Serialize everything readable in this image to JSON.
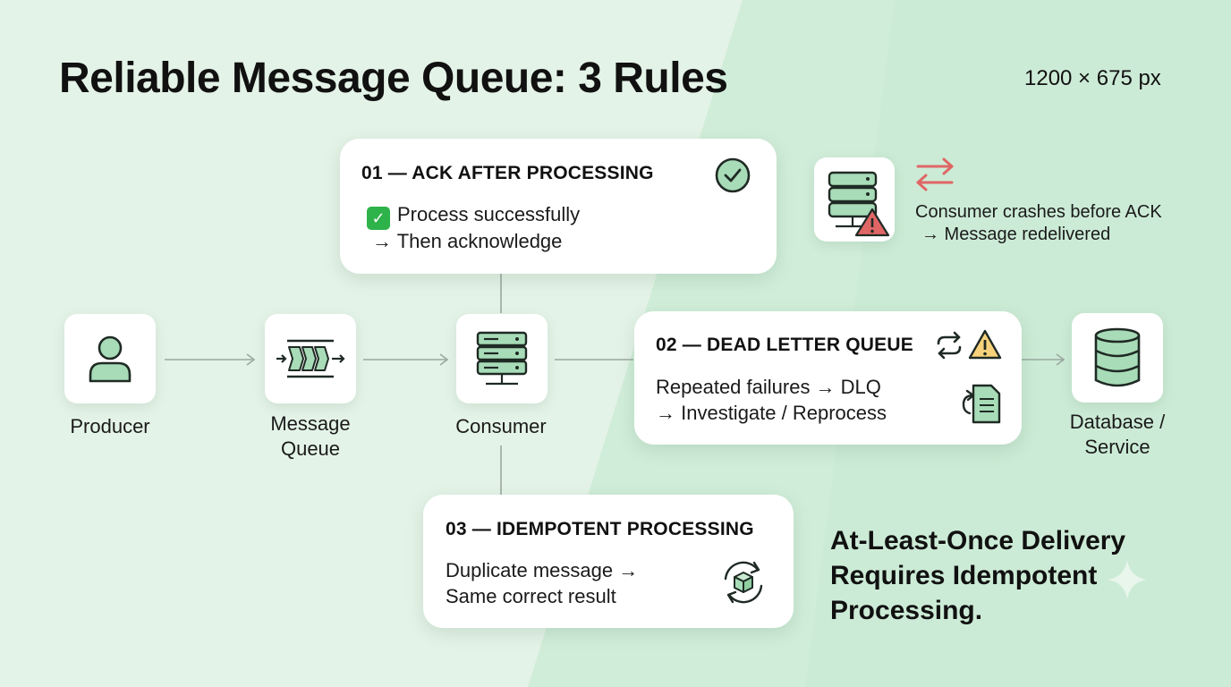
{
  "title": "Reliable Message Queue: 3 Rules",
  "canvas_size_label": "1200 × 675 px",
  "colors": {
    "background_light": "#e3f3e6",
    "background_accent": "#c9ebd3",
    "icon_fill": "#a8dcb8",
    "icon_stroke": "#1f2a24",
    "warning_red": "#e06666",
    "warning_yellow": "#f7d27a",
    "card_bg": "#ffffff"
  },
  "flow": {
    "producer": {
      "label": "Producer",
      "icon": "user-icon"
    },
    "queue": {
      "label_line1": "Message",
      "label_line2": "Queue",
      "icon": "message-queue-icon"
    },
    "consumer": {
      "label": "Consumer",
      "icon": "server-icon"
    },
    "database": {
      "label_line1": "Database /",
      "label_line2": "Service",
      "icon": "database-icon"
    }
  },
  "rules": [
    {
      "title": "01 — ACK AFTER PROCESSING",
      "line1": "Process successfully",
      "line1_prefix_icon": "check-mark-emoji",
      "line2": "→ Then acknowledge",
      "icon": "check-circle-icon"
    },
    {
      "title": "02 — DEAD LETTER QUEUE",
      "line1": "Repeated failures → DLQ",
      "line2": "→ Investigate / Reprocess",
      "icons": [
        "retry-icon",
        "warning-icon",
        "document-reprocess-icon"
      ]
    },
    {
      "title": "03 — IDEMPOTENT PROCESSING",
      "line1": "Duplicate message →",
      "line2": "Same correct result",
      "icon": "idempotent-cycle-icon"
    }
  ],
  "crash_note": {
    "line1": "Consumer crashes before ACK",
    "line2": "→ Message redelivered",
    "icons": [
      "server-warning-icon",
      "redelivery-arrows-icon"
    ]
  },
  "takeaway": {
    "line1": "At-Least-Once Delivery",
    "line2": "Requires Idempotent",
    "line3": "Processing."
  }
}
